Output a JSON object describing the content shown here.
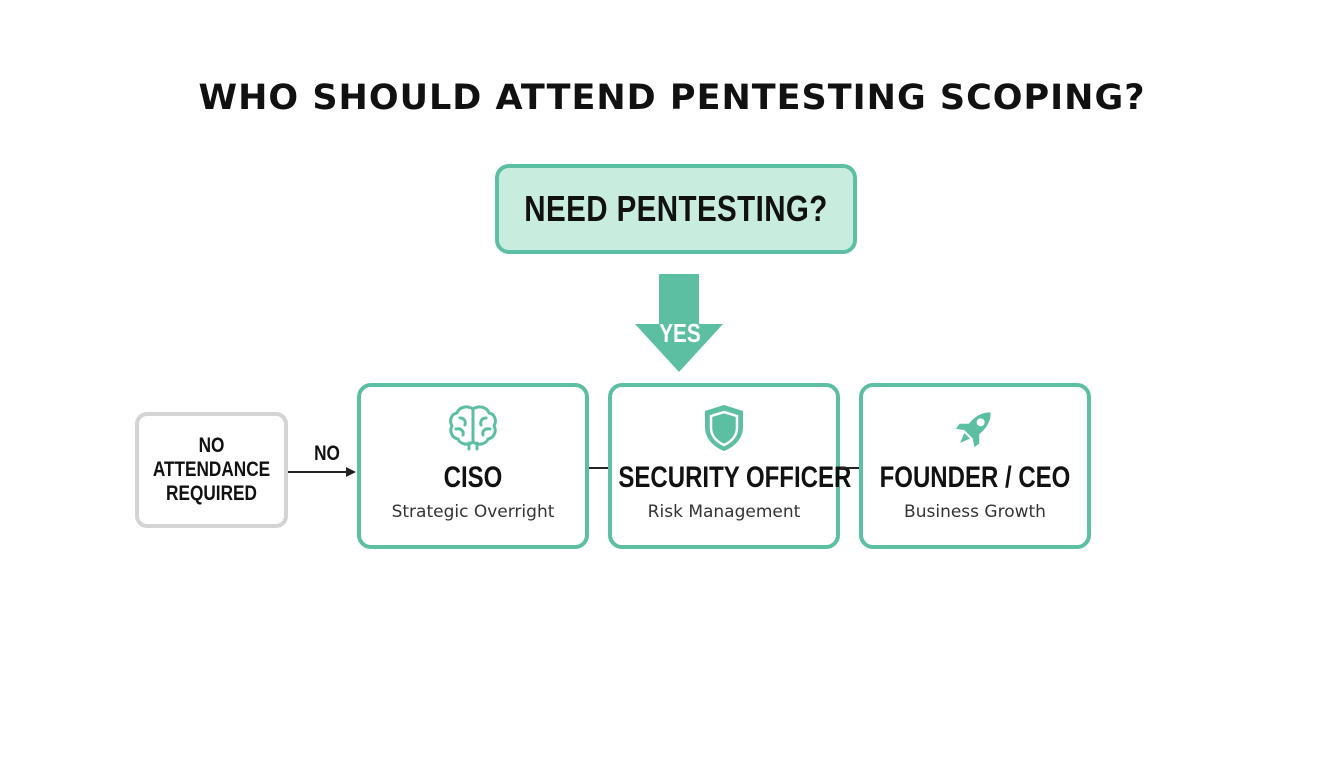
{
  "title": "WHO SHOULD ATTEND PENTESTING SCOPING?",
  "question": "NEED PENTESTING?",
  "yes_label": "YES",
  "no_label": "NO",
  "no_box": "NO ATTENDANCE REQUIRED",
  "roles": [
    {
      "title": "CISO",
      "subtitle": "Strategic Overright",
      "icon": "brain-icon"
    },
    {
      "title": "SECURITY OFFICER",
      "subtitle": "Risk Management",
      "icon": "shield-icon"
    },
    {
      "title": "FOUNDER / CEO",
      "subtitle": "Business Growth",
      "icon": "rocket-icon"
    }
  ],
  "colors": {
    "accent": "#5dbfa2",
    "accent_fill": "#c8ecde",
    "neutral_border": "#d4d4d4",
    "text": "#111111"
  }
}
